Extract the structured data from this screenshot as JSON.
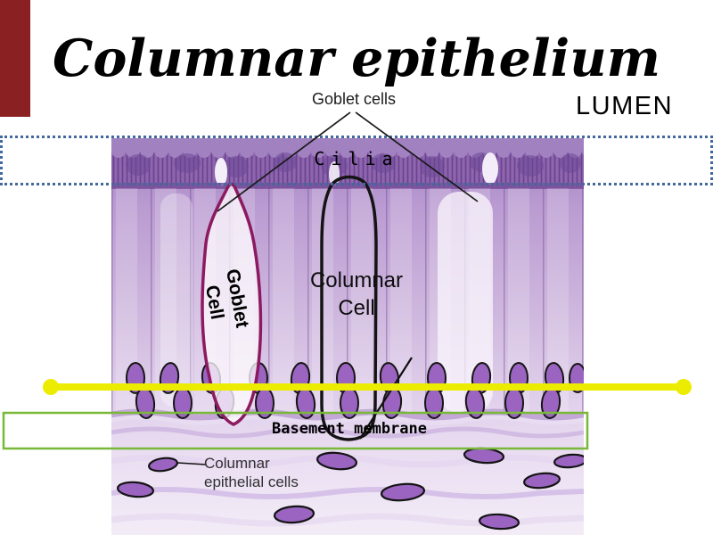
{
  "title": "Columnar epithelium",
  "annotations": {
    "goblet_cells": "Goblet cells",
    "lumen": "LUMEN",
    "cilia": "Cilia",
    "goblet_cell": {
      "line1": "Goblet",
      "line2": "Cell"
    },
    "columnar_cell": {
      "line1": "Columnar",
      "line2": "Cell"
    },
    "basement_membrane": "Basement membrane",
    "columnar_epithelial_cells": {
      "line1": "Columnar",
      "line2": "epithelial cells"
    }
  },
  "colors": {
    "red_bar": "#8b2023",
    "selection_border_blue": "#41699e",
    "yellow_line": "#ecec00",
    "green_box": "#79b838",
    "goblet_outline": "#8c1a60",
    "columnar_outline": "#141414",
    "nucleus_fill": "#9a64c0",
    "tissue_dark_purple": "#8d66ad",
    "tissue_light": "#f3ecf7"
  }
}
